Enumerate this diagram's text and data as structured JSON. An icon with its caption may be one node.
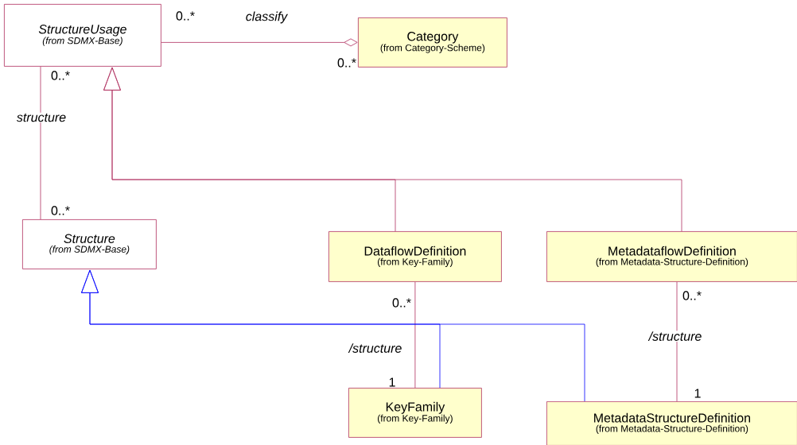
{
  "diagram": {
    "nodes": [
      {
        "text": [
          "StructureUsage",
          "(from SDMX-Base)"
        ]
      },
      {
        "text": [
          "Category",
          "(from Category-Scheme)"
        ]
      },
      {
        "text": [
          "Structure",
          "(from SDMX-Base)"
        ]
      },
      {
        "text": [
          "DataflowDefinition",
          "(from Key-Family)"
        ]
      },
      {
        "text": [
          "MetadataflowDefinition",
          "(from Metadata-Structure-Definition)"
        ]
      },
      {
        "text": [
          "KeyFamily",
          "(from Key-Family)"
        ]
      },
      {
        "text": [
          "MetadataStructureDefinition",
          "(from Metadata-Structure-Definition)"
        ]
      }
    ],
    "edges": [
      {
        "from": 0,
        "to": 1,
        "arrow": "other",
        "label": "classify"
      },
      {
        "from": 0,
        "to": 2,
        "arrow": "none",
        "label": "structure"
      },
      {
        "from": 3,
        "to": 0,
        "arrow": "to"
      },
      {
        "from": 4,
        "to": 0,
        "arrow": "to"
      },
      {
        "from": 3,
        "to": 5,
        "arrow": "none",
        "label": "/structure"
      },
      {
        "from": 4,
        "to": 6,
        "arrow": "none",
        "label": "/structure"
      },
      {
        "from": 5,
        "to": 2,
        "arrow": "to",
        "color": "#0000ff"
      },
      {
        "from": 6,
        "to": 2,
        "arrow": "to",
        "color": "#0000ff"
      }
    ],
    "labels": [
      "0..*",
      "0..*",
      "0..*",
      "0..*",
      "0..*",
      "0..*",
      "1",
      "1"
    ]
  }
}
